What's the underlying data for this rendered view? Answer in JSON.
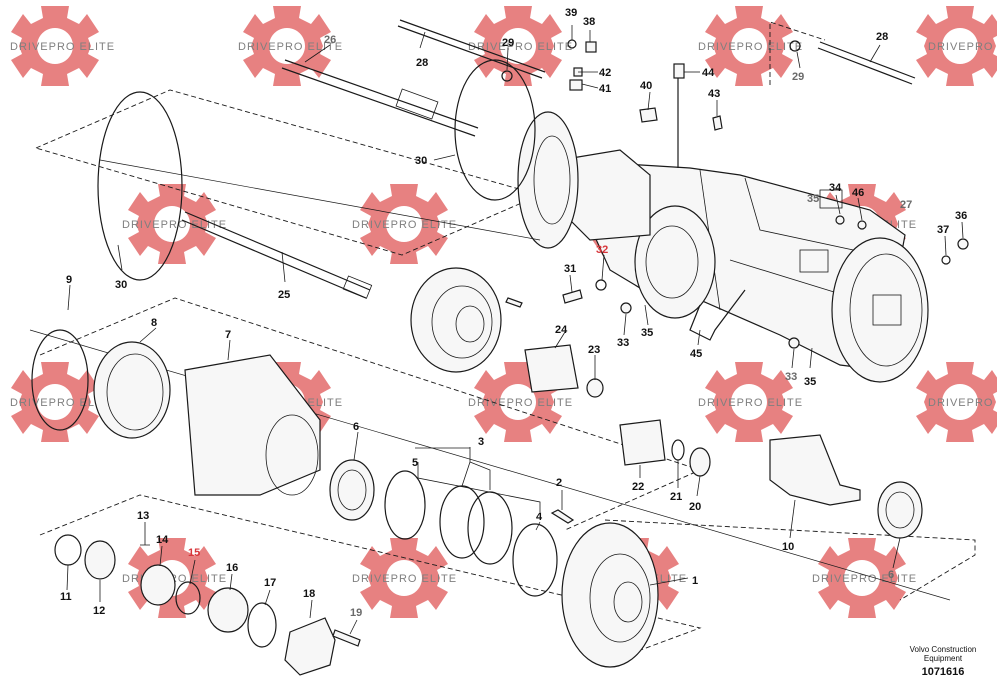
{
  "diagram": {
    "watermark_text": "DRIVEPRO ELITE",
    "watermark_color": "#e05d5d",
    "credit": {
      "line1": "Volvo Construction",
      "line2": "Equipment"
    },
    "document_number": "1071616",
    "callouts": {
      "c1": "1",
      "c2": "2",
      "c3": "3",
      "c4": "4",
      "c5": "5",
      "c6a": "6",
      "c6b": "6",
      "c7": "7",
      "c8": "8",
      "c9": "9",
      "c10": "10",
      "c11": "11",
      "c12": "12",
      "c13": "13",
      "c14": "14",
      "c15": "15",
      "c16": "16",
      "c17": "17",
      "c18": "18",
      "c19": "19",
      "c20": "20",
      "c21": "21",
      "c22": "22",
      "c23": "23",
      "c24": "24",
      "c25": "25",
      "c26": "26",
      "c27": "27",
      "c28a": "28",
      "c28b": "28",
      "c29a": "29",
      "c29b": "29",
      "c30a": "30",
      "c30b": "30",
      "c31": "31",
      "c32": "32",
      "c33a": "33",
      "c33b": "33",
      "c34": "34",
      "c35a": "35",
      "c35b": "35",
      "c35c": "35",
      "c36": "36",
      "c37": "37",
      "c38": "38",
      "c39": "39",
      "c40": "40",
      "c41": "41",
      "c42": "42",
      "c43": "43",
      "c44": "44",
      "c45": "45",
      "c46": "46"
    }
  }
}
